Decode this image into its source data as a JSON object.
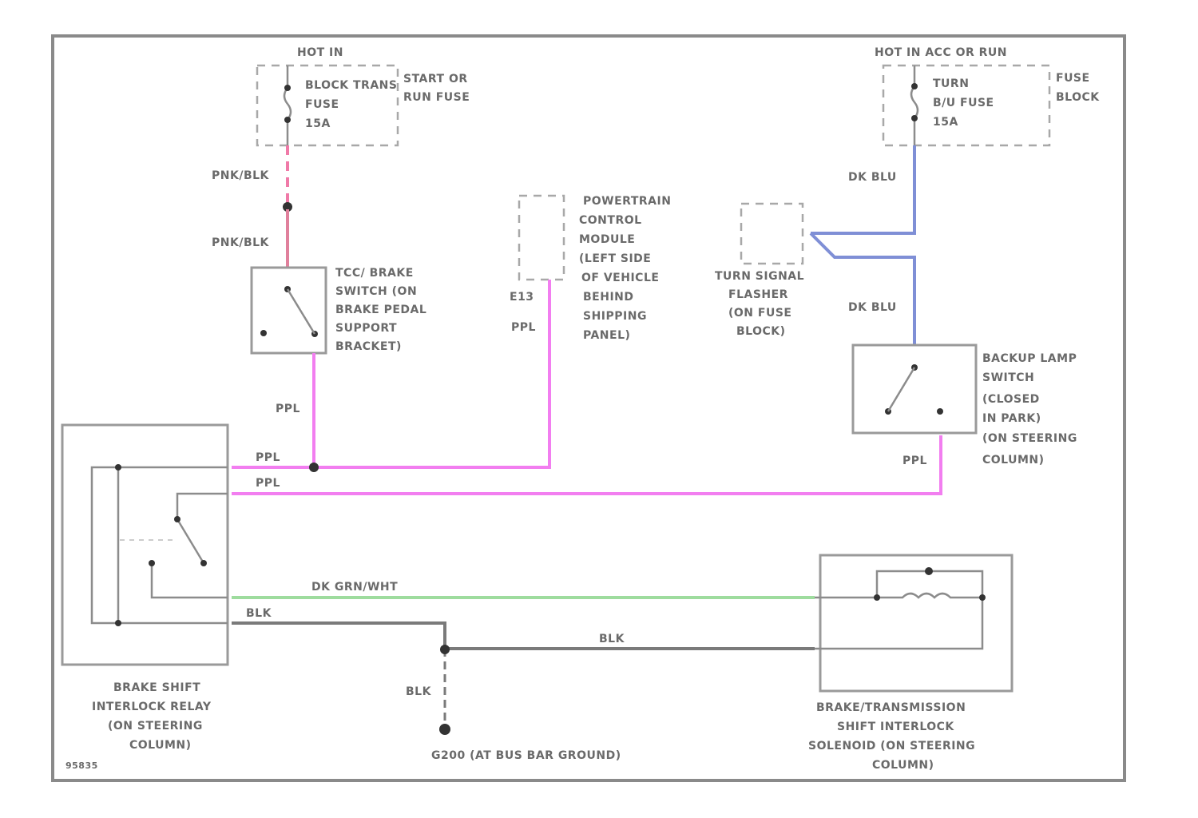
{
  "diagram_code": "95835",
  "wire_colors": {
    "pnk_blk": "#f07aa8",
    "ppl": "#f27ef0",
    "dk_blu": "#7f8fd6",
    "dk_grn_wht": "#9edc9e",
    "blk": "#7a7a7a"
  },
  "components": {
    "left_fuse": {
      "power": "HOT IN",
      "lines": [
        "BLOCK TRANS",
        "FUSE",
        "15A"
      ],
      "side": [
        "START OR",
        "RUN FUSE"
      ]
    },
    "right_fuse": {
      "power": "HOT IN ACC OR RUN",
      "lines": [
        "TURN",
        "B/U FUSE",
        "15A"
      ],
      "side": [
        "FUSE",
        "BLOCK"
      ]
    },
    "tcc_switch": {
      "lines": [
        "TCC/ BRAKE",
        "SWITCH (ON",
        "BRAKE PEDAL",
        "SUPPORT",
        "BRACKET)"
      ]
    },
    "pcm": {
      "lines": [
        "POWERTRAIN",
        "CONTROL",
        "MODULE",
        "(LEFT SIDE",
        "OF VEHICLE",
        "BEHIND",
        "SHIPPING",
        "PANEL)"
      ],
      "pin": "E13"
    },
    "flasher": {
      "lines": [
        "TURN SIGNAL",
        "FLASHER",
        "(ON FUSE",
        "BLOCK)"
      ]
    },
    "backup_switch": {
      "lines": [
        "BACKUP LAMP",
        "SWITCH",
        "(CLOSED",
        "IN PARK)",
        "(ON STEERING",
        "COLUMN)"
      ]
    },
    "relay": {
      "lines": [
        "BRAKE SHIFT",
        "INTERLOCK RELAY",
        "(ON STEERING",
        "COLUMN)"
      ]
    },
    "solenoid": {
      "lines": [
        "BRAKE/TRANSMISSION",
        "SHIFT INTERLOCK",
        "SOLENOID (ON STEERING",
        "COLUMN)"
      ]
    },
    "ground": {
      "label": "G200 (AT BUS BAR GROUND)"
    }
  },
  "wire_labels": {
    "pnk_blk_1": "PNK/BLK",
    "pnk_blk_2": "PNK/BLK",
    "ppl_pcm": "PPL",
    "ppl_tcc": "PPL",
    "ppl_relay_1": "PPL",
    "ppl_relay_2": "PPL",
    "ppl_backup": "PPL",
    "dk_blu_1": "DK BLU",
    "dk_blu_2": "DK BLU",
    "dk_grn_wht": "DK GRN/WHT",
    "blk_1": "BLK",
    "blk_2": "BLK",
    "blk_3": "BLK"
  }
}
